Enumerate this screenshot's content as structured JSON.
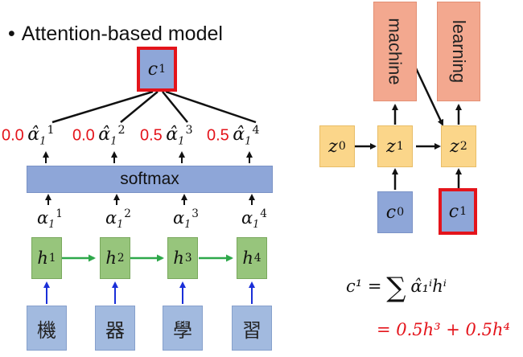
{
  "title": "Attention-based model",
  "bullet": "•",
  "left": {
    "top_node": {
      "base": "c",
      "sup": "1"
    },
    "weights": [
      "0.0",
      "0.0",
      "0.5",
      "0.5"
    ],
    "alpha_hats": [
      {
        "base": "α̂",
        "sub": "1",
        "sup": "1"
      },
      {
        "base": "α̂",
        "sub": "1",
        "sup": "2"
      },
      {
        "base": "α̂",
        "sub": "1",
        "sup": "3"
      },
      {
        "base": "α̂",
        "sub": "1",
        "sup": "4"
      }
    ],
    "softmax_label": "softmax",
    "alphas": [
      {
        "base": "α",
        "sub": "1",
        "sup": "1"
      },
      {
        "base": "α",
        "sub": "1",
        "sup": "2"
      },
      {
        "base": "α",
        "sub": "1",
        "sup": "3"
      },
      {
        "base": "α",
        "sub": "1",
        "sup": "4"
      }
    ],
    "hidden": [
      {
        "base": "h",
        "sup": "1"
      },
      {
        "base": "h",
        "sup": "2"
      },
      {
        "base": "h",
        "sup": "3"
      },
      {
        "base": "h",
        "sup": "4"
      }
    ],
    "inputs": [
      "機",
      "器",
      "學",
      "習"
    ]
  },
  "right": {
    "outputs": [
      "machine",
      "learning"
    ],
    "z_nodes": [
      {
        "base": "z",
        "sup": "0"
      },
      {
        "base": "z",
        "sup": "1"
      },
      {
        "base": "z",
        "sup": "2"
      }
    ],
    "c_nodes": [
      {
        "base": "c",
        "sup": "0"
      },
      {
        "base": "c",
        "sup": "1"
      }
    ],
    "formula_line1_lhs": "c¹ =",
    "formula_line1_sum": "∑",
    "formula_line1_rhs": "α̂₁ⁱhⁱ",
    "formula_line2": "= 0.5h³ + 0.5h⁴"
  },
  "colors": {
    "red": "#e4141b",
    "blue_box": "#8ea6d8",
    "green_box": "#97c57c",
    "orange_box": "#f3a88f",
    "yellow_box": "#fbd68a",
    "green_arrow": "#2ea84a",
    "blue_arrow": "#1a2fd8"
  }
}
